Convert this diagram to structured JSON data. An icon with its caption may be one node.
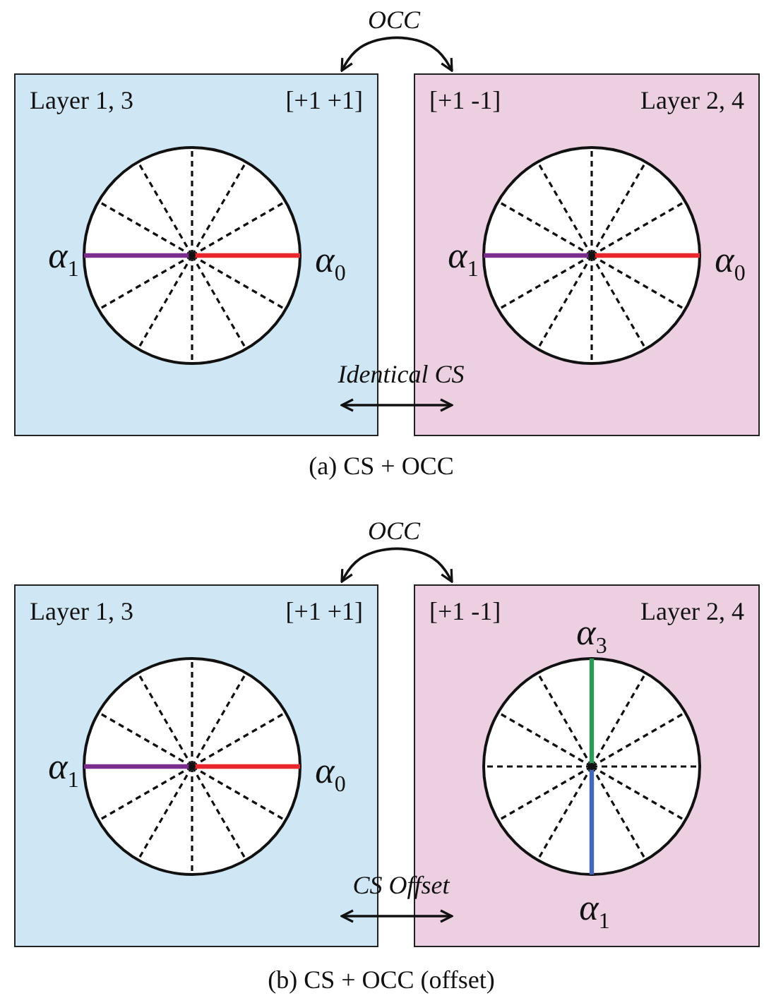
{
  "diagram": {
    "nodes": [
      {
        "text": [
          "Layer 1, 3",
          "[+1 +1]"
        ]
      },
      {
        "text": [],
        "shape": "circle",
        "in": 0,
        "beside": [
          "α$_{1}$",
          "α$_{0}$"
        ]
      },
      {
        "text": [
          "[+1 -1]",
          "Layer 2, 4"
        ]
      },
      {
        "text": [],
        "shape": "circle",
        "in": 2,
        "beside": [
          "α$_{1}$",
          "α$_{0}$"
        ]
      },
      {
        "text": [
          "Layer 1, 3",
          "[+1 +1]"
        ]
      },
      {
        "text": [],
        "shape": "circle",
        "in": 4,
        "beside": [
          "α$_{1}$",
          "α$_{0}$"
        ]
      },
      {
        "text": [
          "[+1 -1]",
          "Layer 2, 4"
        ]
      },
      {
        "text": [],
        "shape": "circle",
        "in": 6,
        "beside": [
          "α$_{3}$",
          "α$_{1}$"
        ]
      }
    ],
    "edges": [
      {
        "from": 0,
        "to": 2,
        "arrow": "both",
        "label": "OCC"
      },
      {
        "from": 0,
        "to": 2,
        "arrow": "both",
        "label": "Identical CS"
      },
      {
        "from": 4,
        "to": 6,
        "arrow": "both",
        "label": "OCC"
      },
      {
        "from": 4,
        "to": 6,
        "arrow": "both",
        "label": "CS Offset"
      }
    ],
    "labels": [
      "(a) CS + OCC",
      "(b) CS + OCC (offset)"
    ]
  }
}
